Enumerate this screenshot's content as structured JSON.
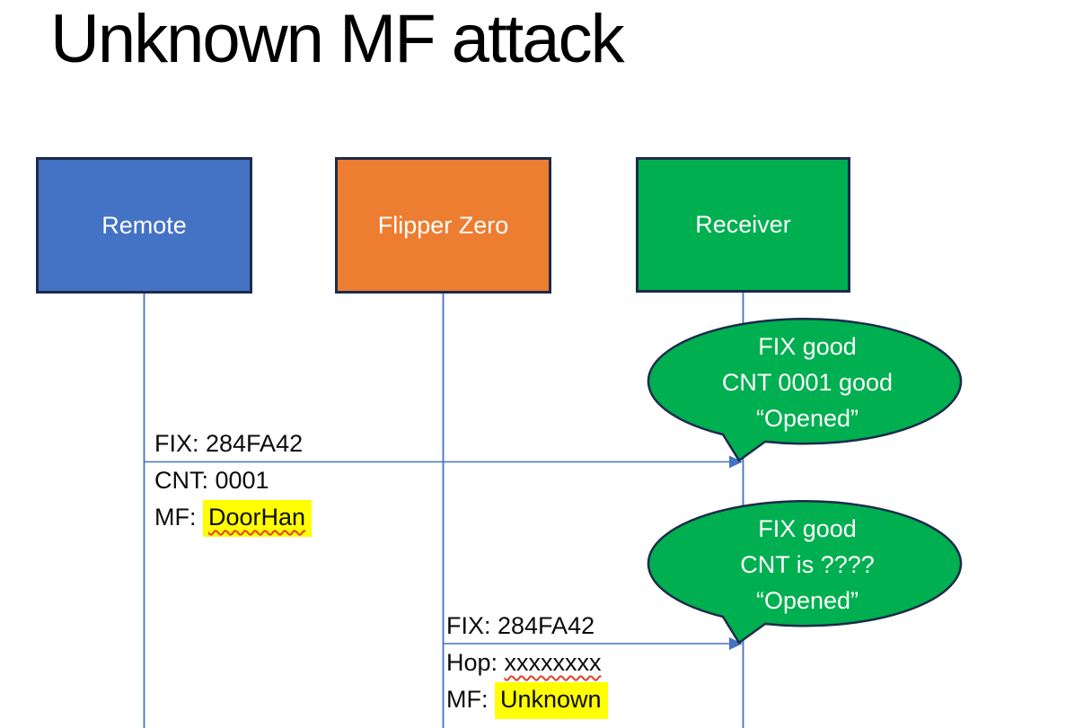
{
  "title": "Unknown MF attack",
  "actors": [
    {
      "name": "Remote",
      "color": "#4472c4"
    },
    {
      "name": "Flipper Zero",
      "color": "#ed7d31"
    },
    {
      "name": "Receiver",
      "color": "#00af50"
    }
  ],
  "messages": [
    {
      "from": "Remote",
      "to": "Receiver",
      "above": "FIX: 284FA42",
      "below": [
        {
          "prefix": "CNT: 0001",
          "mark": ""
        },
        {
          "prefix": "MF: ",
          "mark": "DoorHan"
        }
      ]
    },
    {
      "from": "Flipper Zero",
      "to": "Receiver",
      "above": "FIX: 284FA42",
      "below": [
        {
          "prefix": "Hop: ",
          "mark": "xxxxxxxx"
        },
        {
          "prefix": "MF: ",
          "mark": "Unknown"
        }
      ]
    }
  ],
  "callouts": [
    {
      "lines": [
        "FIX good",
        "CNT 0001 good",
        "“Opened”"
      ]
    },
    {
      "lines": [
        "FIX good",
        "CNT is ????",
        "“Opened”"
      ]
    }
  ],
  "colors": {
    "connector": "#4472c4",
    "outline": "#1c2b4a",
    "callout_fill": "#00af50",
    "highlight": "#ffff00",
    "squiggle": "#e0402a",
    "title_text": "#000000",
    "actor_text": "#ffffff"
  }
}
